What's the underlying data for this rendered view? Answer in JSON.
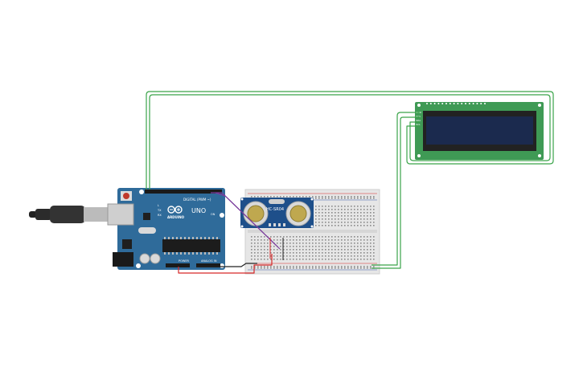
{
  "arduino": {
    "brand_label": "ARDUINO",
    "model_label": "UNO",
    "digital_label": "DIGITAL (PWM ~)",
    "power_label": "POWER",
    "analog_label": "ANALOG IN",
    "tx_label": "TX",
    "rx_label": "RX",
    "l_label": "L",
    "on_label": "ON"
  },
  "sensor": {
    "model_label": "HC-SR04"
  },
  "lcd": {
    "pin_labels": [
      "GND",
      "VCC",
      "SDA",
      "SCL"
    ]
  },
  "colors": {
    "arduino_board": "#2f6b9a",
    "lcd_board": "#3f9a55",
    "lcd_screen": "#1b2a4e",
    "breadboard": "#e6e6e6",
    "wire_green": "#3aa449",
    "wire_red": "#d62828",
    "wire_black": "#222222",
    "wire_purple": "#7a3c9c",
    "sensor_board": "#1e4f8a"
  }
}
